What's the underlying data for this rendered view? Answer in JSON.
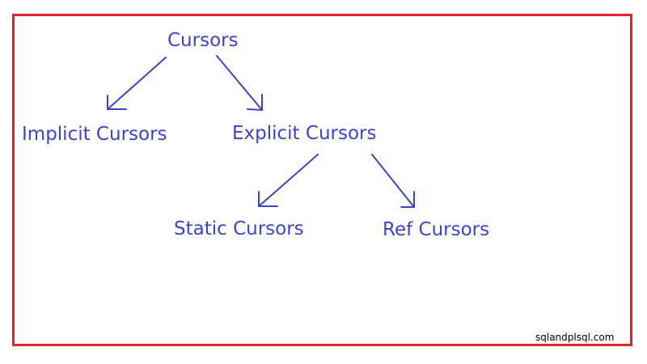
{
  "diagram": {
    "root": "Cursors",
    "implicit": "Implicit Cursors",
    "explicit": "Explicit Cursors",
    "static": "Static Cursors",
    "ref": "Ref Cursors"
  },
  "watermark": "sqlandplsql.com",
  "colors": {
    "text": "#3d44c4",
    "border": "#e2222a"
  }
}
